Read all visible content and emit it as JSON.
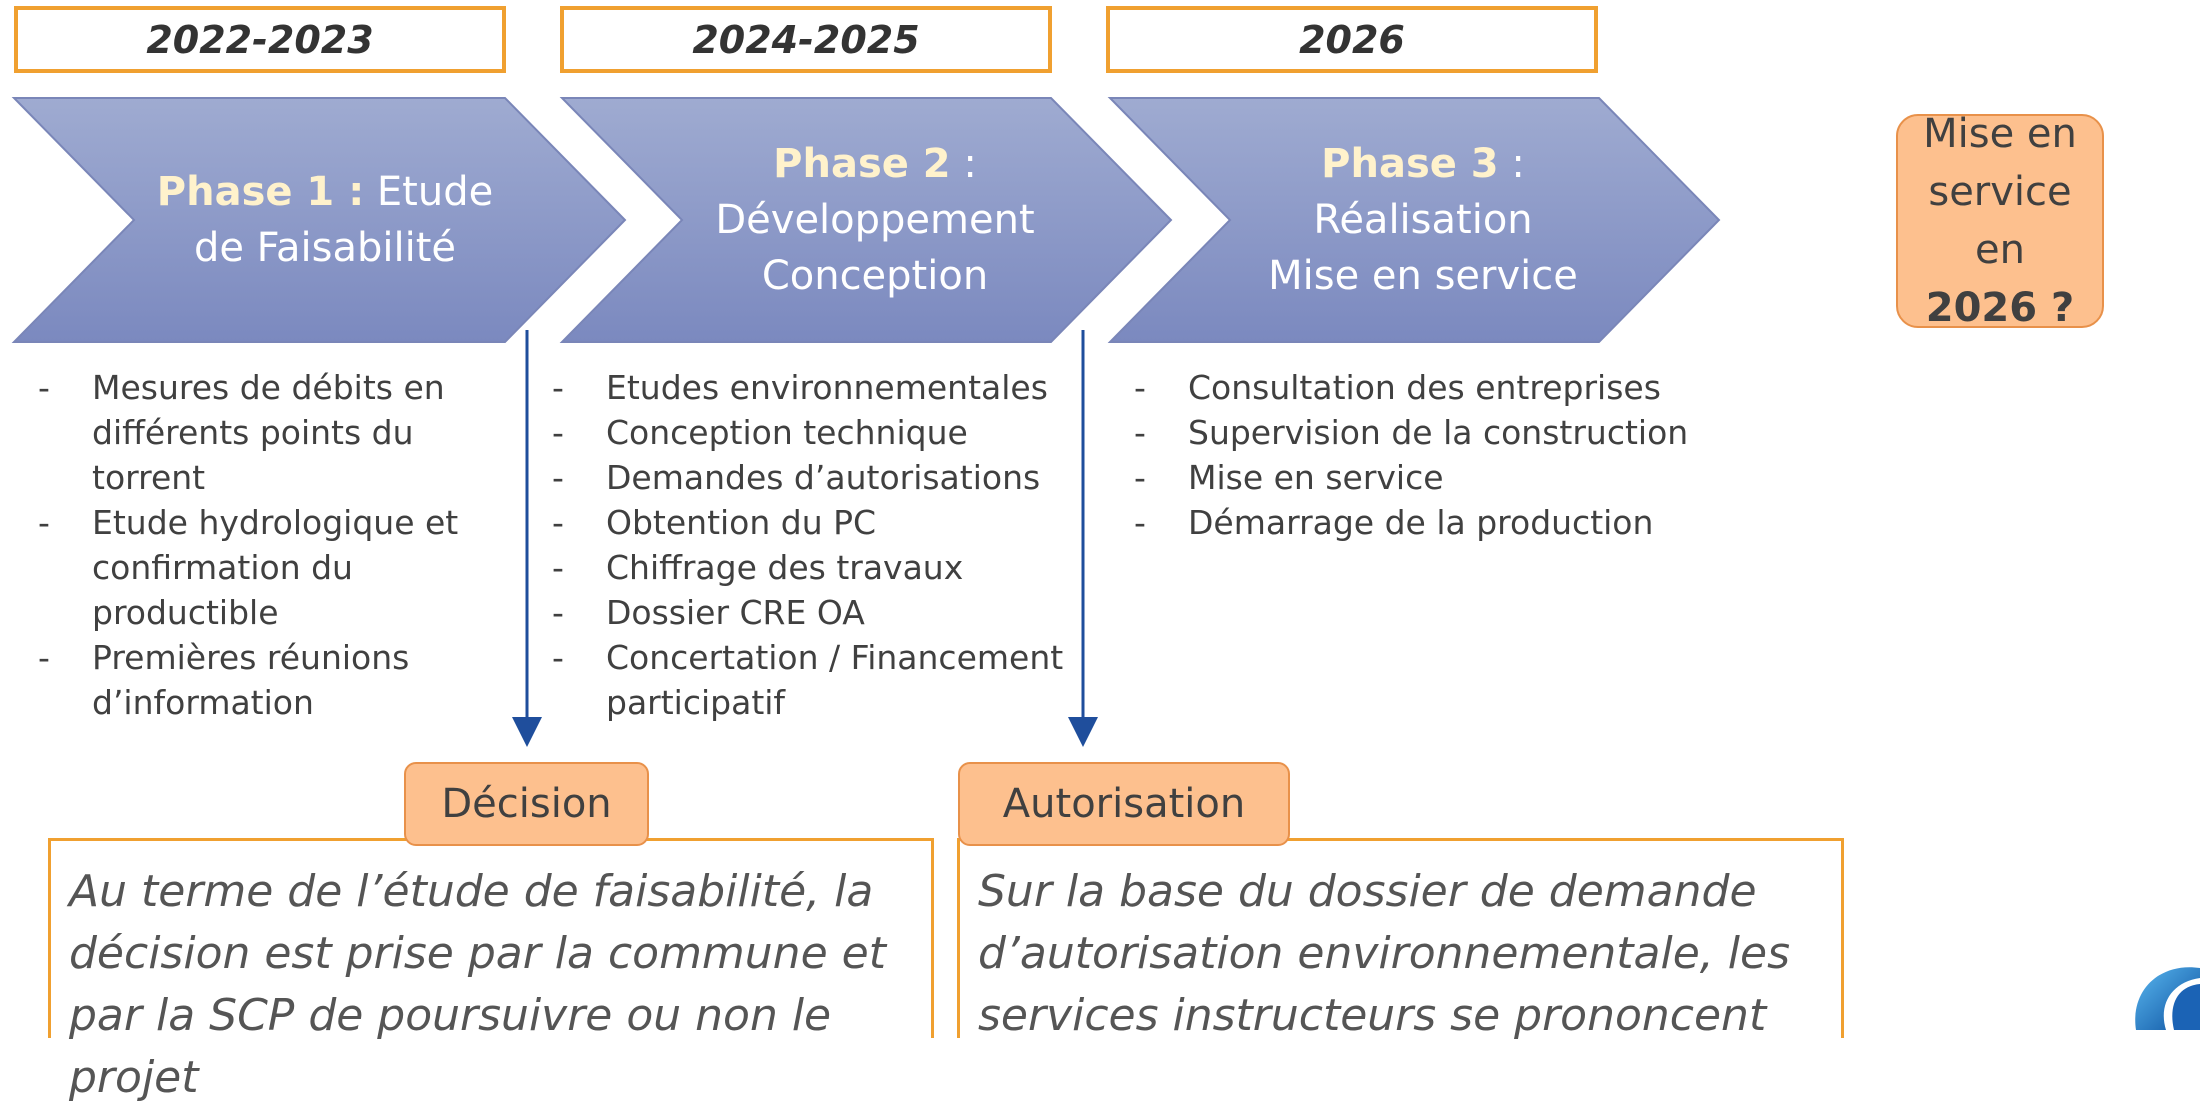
{
  "years": [
    "2022-2023",
    "2024-2025",
    "2026"
  ],
  "phases": [
    {
      "title": "Phase 1 :",
      "title_rest": " Etude",
      "line2": "de Faisabilité"
    },
    {
      "title": "Phase 2",
      "title_rest": " :",
      "line2": "Développement",
      "line3": "Conception"
    },
    {
      "title": "Phase 3",
      "title_rest": " :",
      "line2": "Réalisation",
      "line3": "Mise en service"
    }
  ],
  "tasks": [
    [
      "Mesures de débits en différents points du torrent",
      "Etude hydrologique et confirmation du productible",
      "Premières réunions d’information"
    ],
    [
      "Etudes environnementales",
      "Conception technique",
      "Demandes d’autorisations",
      "Obtention du PC",
      "Chiffrage des travaux",
      "Dossier CRE OA",
      "Concertation / Financement participatif"
    ],
    [
      "Consultation des entreprises",
      "Supervision de la construction",
      "Mise en service",
      "Démarrage de la production"
    ]
  ],
  "milestones": [
    {
      "label": "Décision",
      "note": "Au terme de l’étude de faisabilité, la décision est prise par la commune et par la SCP de poursuivre ou non le projet"
    },
    {
      "label": "Autorisation",
      "note": "Sur la base du dossier de demande d’autorisation environnementale, les services instructeurs se prononcent"
    }
  ],
  "final": {
    "line1": "Mise en",
    "line2": "service en",
    "line3": "2026 ?"
  },
  "colors": {
    "year_border": "#f0a030",
    "chevron_top": "#9fabd1",
    "chevron_bottom": "#7b89bf",
    "chevron_stroke": "#7a86b8",
    "phase_highlight": "#fff2cc",
    "tag_fill": "#fdc08e",
    "arrow": "#1f4e9c"
  }
}
